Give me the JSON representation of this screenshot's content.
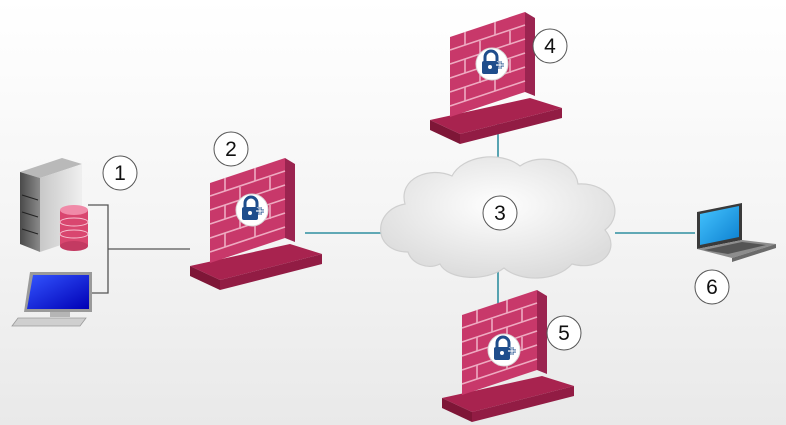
{
  "nodes": [
    {
      "id": "site-group",
      "label": "1",
      "icon": "server-database-and-desktop-icon"
    },
    {
      "id": "firewall-2",
      "label": "2",
      "icon": "firewall-lock-icon"
    },
    {
      "id": "cloud",
      "label": "3",
      "icon": "cloud-icon"
    },
    {
      "id": "firewall-4",
      "label": "4",
      "icon": "firewall-lock-icon"
    },
    {
      "id": "firewall-5",
      "label": "5",
      "icon": "firewall-lock-icon"
    },
    {
      "id": "laptop",
      "label": "6",
      "icon": "laptop-icon"
    }
  ],
  "colors": {
    "firewall": "#c8386a",
    "link": "#2f8fa0",
    "cloud": "#f2f2f2",
    "screen": "#0b10e6",
    "laptop_screen": "#1aa3e6",
    "lock_badge": "#1e4d8c"
  }
}
